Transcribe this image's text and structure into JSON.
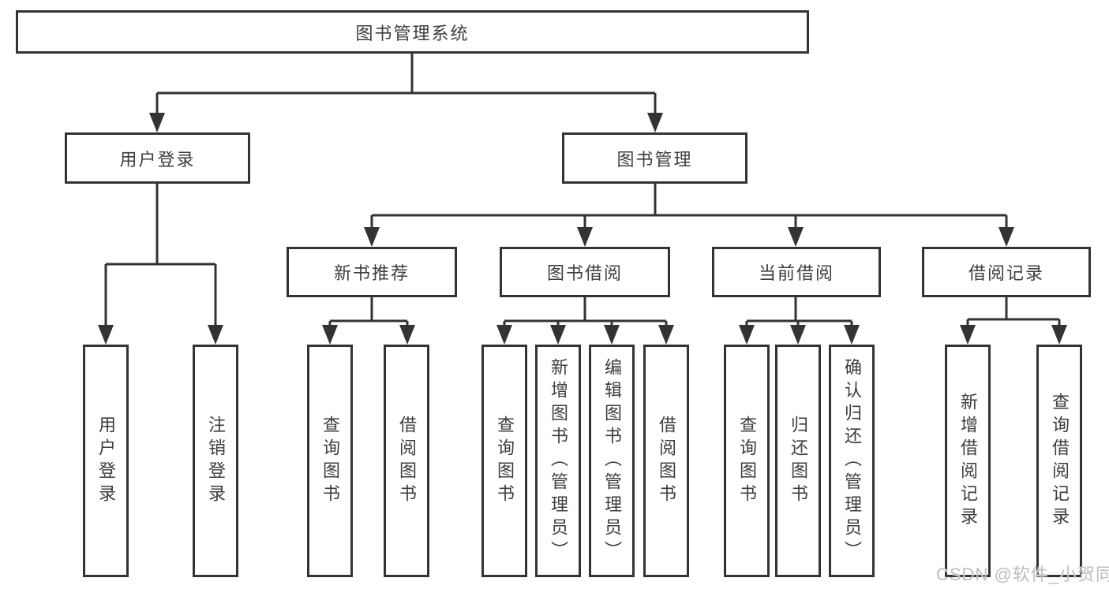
{
  "tree": {
    "root": {
      "label": "图书管理系统"
    },
    "branches": [
      {
        "label": "用户登录",
        "leaves": [
          {
            "label": "用户登录"
          },
          {
            "label": "注销登录"
          }
        ]
      },
      {
        "label": "图书管理",
        "children": [
          {
            "label": "新书推荐",
            "leaves": [
              {
                "label": "查询图书"
              },
              {
                "label": "借阅图书"
              }
            ]
          },
          {
            "label": "图书借阅",
            "leaves": [
              {
                "label": "查询图书"
              },
              {
                "label": "新增图书（管理员）"
              },
              {
                "label": "编辑图书（管理员）"
              },
              {
                "label": "借阅图书"
              }
            ]
          },
          {
            "label": "当前借阅",
            "leaves": [
              {
                "label": "查询图书"
              },
              {
                "label": "归还图书"
              },
              {
                "label": "确认归还（管理员）"
              }
            ]
          },
          {
            "label": "借阅记录",
            "leaves": [
              {
                "label": "新增借阅记录"
              },
              {
                "label": "查询借阅记录"
              }
            ]
          }
        ]
      }
    ]
  },
  "watermark": {
    "text": "CSDN @软件_小贺同学"
  },
  "colors": {
    "line": "#333333",
    "text": "#3d3d3d",
    "background": "#ffffff",
    "watermark": "#bdbdbd"
  }
}
